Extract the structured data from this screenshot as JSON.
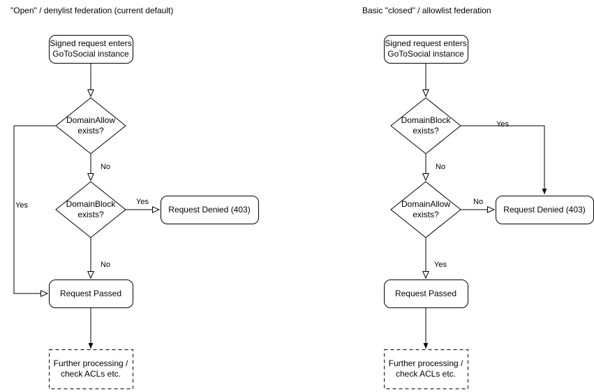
{
  "diagrams": [
    {
      "title": "\"Open\" / denylist federation (current default)",
      "nodes": {
        "entry": "Signed request enters\nGoToSocial instance",
        "decision1": "DomainAllow\nexists?",
        "decision2": "DomainBlock\nexists?",
        "denied": "Request Denied (403)",
        "passed": "Request Passed",
        "further": "Further processing /\ncheck ACLs etc."
      },
      "edge_labels": {
        "allow_yes": "Yes",
        "allow_no": "No",
        "block_yes": "Yes",
        "block_no": "No"
      }
    },
    {
      "title": "Basic \"closed\" / allowlist federation",
      "nodes": {
        "entry": "Signed request enters\nGoToSocial instance",
        "decision1": "DomainBlock\nexists?",
        "decision2": "DomainAllow\nexists?",
        "denied": "Request Denied (403)",
        "passed": "Request Passed",
        "further": "Further processing /\ncheck ACLs etc."
      },
      "edge_labels": {
        "block_yes": "Yes",
        "block_no": "No",
        "allow_no": "No",
        "allow_yes": "Yes"
      }
    }
  ],
  "style": {
    "stroke": "#000000",
    "fill": "#ffffff",
    "background": "#ffffff"
  }
}
